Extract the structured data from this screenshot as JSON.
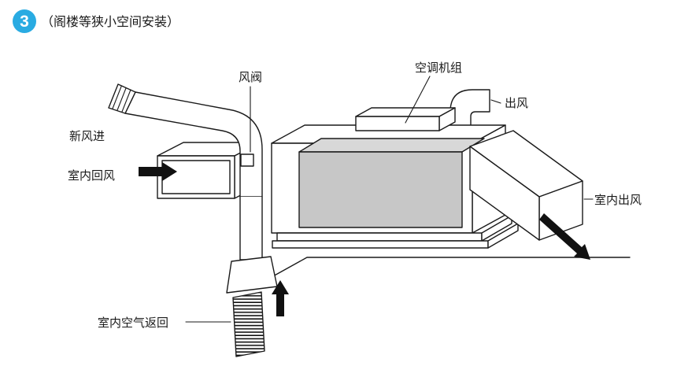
{
  "header": {
    "step_number": "3",
    "title": "（阁楼等狭小空间安装）",
    "badge_color": "#29abe2"
  },
  "labels": {
    "damper": "风阀",
    "ac_unit": "空调机组",
    "outlet": "出风",
    "fresh_air_in": "新风进",
    "indoor_return": "室内回风",
    "indoor_outlet": "室内出风",
    "indoor_air_return": "室内空气返回"
  },
  "colors": {
    "line": "#1a1a1a",
    "unit_front": "#c7c7c7",
    "unit_top": "#d8d8d8",
    "arrow": "#111111"
  }
}
